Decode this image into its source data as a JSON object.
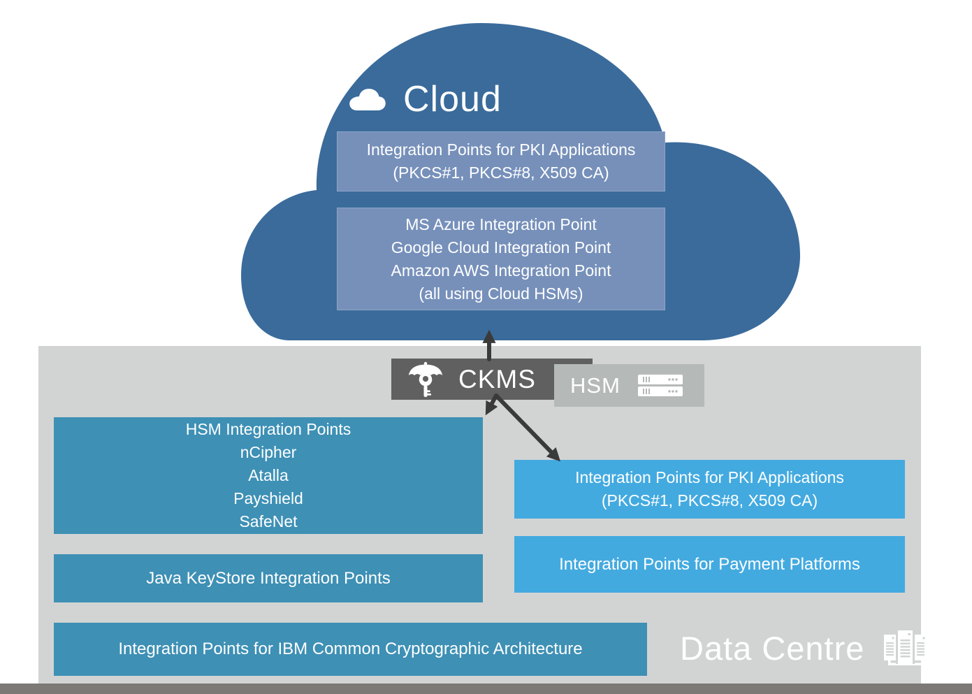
{
  "colors": {
    "cloud_fill": "#3A6B9B",
    "cloud_box_fill": "#7690BA",
    "teal_box_fill": "#3E90B5",
    "bright_box_fill": "#43AAE0",
    "datacentre_fill": "#D2D4D4",
    "ckms_box_fill": "#606060",
    "hsm_box_fill": "#B5B9B8",
    "footer_bar_fill": "#7C7977",
    "arrow_color": "#3A3A3A",
    "text_color": "#FFFFFF"
  },
  "cloud": {
    "title": "Cloud",
    "title_icon": "cloud-icon",
    "boxes": [
      {
        "lines": [
          "Integration Points for PKI Applications",
          "(PKCS#1, PKCS#8, X509 CA)"
        ]
      },
      {
        "lines": [
          "MS Azure Integration Point",
          "Google Cloud Integration Point",
          "Amazon AWS Integration Point",
          "(all using Cloud HSMs)"
        ]
      }
    ]
  },
  "ckms": {
    "label": "CKMS",
    "icon": "umbrella-key-icon"
  },
  "hsm": {
    "label": "HSM",
    "icon": "server-stack-icon"
  },
  "data_centre": {
    "title": "Data Centre",
    "icon": "server-racks-icon",
    "boxes": {
      "hsm_integration": {
        "lines": [
          "HSM Integration Points",
          "nCipher",
          "Atalla",
          "Payshield",
          "SafeNet"
        ]
      },
      "java_keystore": {
        "label": "Java KeyStore Integration Points"
      },
      "pki_applications": {
        "lines": [
          "Integration Points for PKI Applications",
          "(PKCS#1, PKCS#8, X509 CA)"
        ]
      },
      "payment_platforms": {
        "label": "Integration Points for Payment Platforms"
      },
      "ibm_cca": {
        "label": "Integration Points for IBM Common Cryptographic Architecture"
      }
    }
  }
}
